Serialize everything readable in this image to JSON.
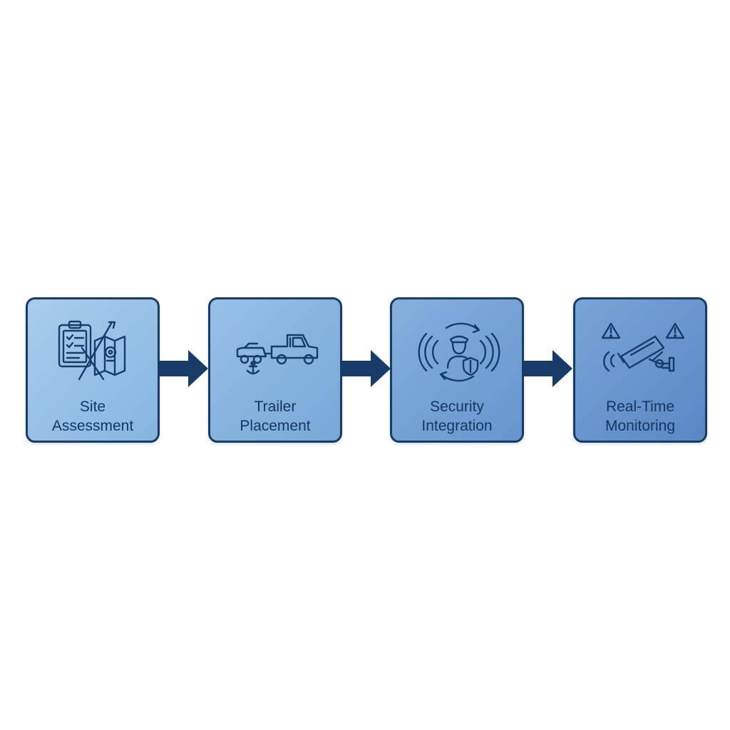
{
  "steps": [
    {
      "line1": "Site",
      "line2": "Assessment",
      "icon": "clipboard-map-icon"
    },
    {
      "line1": "Trailer",
      "line2": "Placement",
      "icon": "tow-truck-trailer-icon"
    },
    {
      "line1": "Security",
      "line2": "Integration",
      "icon": "security-guard-shield-icon"
    },
    {
      "line1": "Real-Time",
      "line2": "Monitoring",
      "icon": "cctv-camera-alert-icon"
    }
  ],
  "colors": {
    "border": "#173c6a",
    "arrow": "#173c6a",
    "text": "#15365f",
    "box_light": "#a9cdec",
    "box_dark": "#5888c4"
  }
}
